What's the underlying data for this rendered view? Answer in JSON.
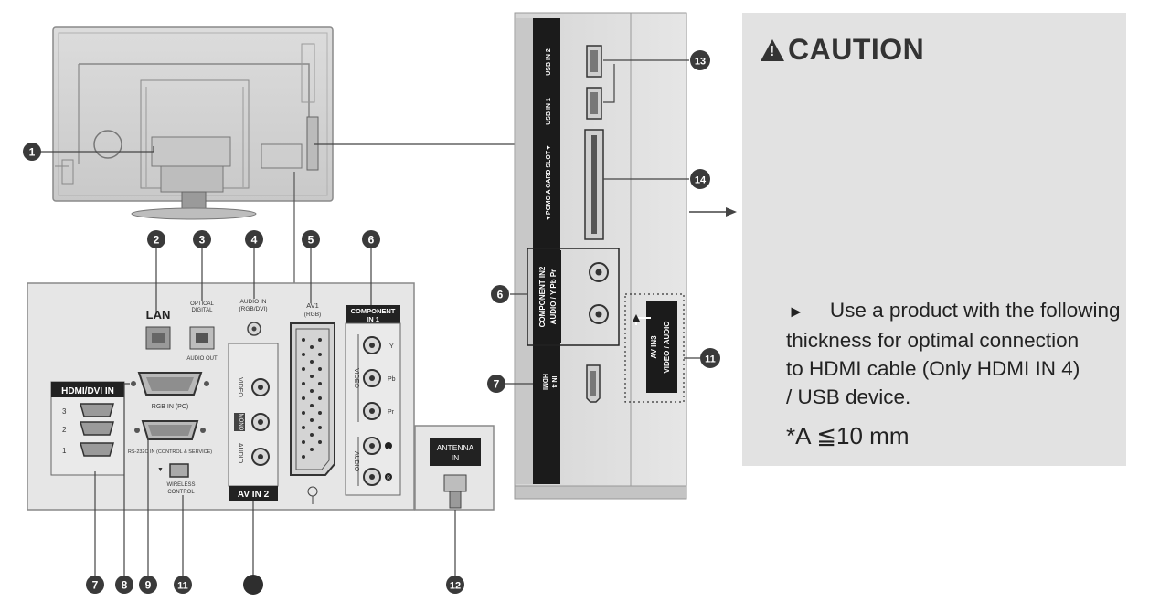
{
  "caution": {
    "title": "CAUTION",
    "bullet": "►",
    "line1": "Use a product with the following",
    "line2": "thickness for optimal connection",
    "line3": "to HDMI cable (Only HDMI IN 4)",
    "line4": "/ USB device.",
    "formula": "*A ≦10 mm",
    "dim_label": "A"
  },
  "rear_panel": {
    "lan": "LAN",
    "optical_top": "OPTICAL",
    "optical_bottom": "DIGITAL",
    "audio_out": "AUDIO OUT",
    "audio_in": "AUDIO IN",
    "audio_in_sub": "(RGB/DVI)",
    "av1": "AV1",
    "av1_sub": "(RGB)",
    "component_in1_a": "COMPONENT",
    "component_in1_b": "IN 1",
    "hdmi_dvi_in": "HDMI/DVI IN",
    "hdmi_nums": [
      "3",
      "2",
      "1"
    ],
    "rgb_in_pc": "RGB IN (PC)",
    "rs232c": "RS-232C IN (CONTROL & SERVICE)",
    "wireless_a": "WIRELESS",
    "wireless_b": "CONTROL",
    "av_in2": "AV IN 2",
    "video": "VIDEO",
    "mono": "MONO",
    "audio": "AUDIO",
    "antenna_a": "ANTENNA",
    "antenna_b": "IN",
    "comp_y": "Y",
    "comp_pb": "Pb",
    "comp_pr": "Pr",
    "comp_l": "L",
    "comp_r": "R"
  },
  "side_panel": {
    "usb_in2": "USB IN 2",
    "usb_in1": "USB IN 1",
    "pcmcia": "▼PCMCIA CARD SLOT▼",
    "component_in2": "COMPONENT IN2",
    "component_in2_sub": "AUDIO / Y  Pb  Pr",
    "hdmi_in4_a": "HDMI",
    "hdmi_in4_b": "IN 4",
    "av_in3": "AV IN3",
    "video_audio": "VIDEO / AUDIO"
  },
  "callouts": [
    "1",
    "2",
    "3",
    "4",
    "5",
    "6",
    "7",
    "8",
    "9",
    "11",
    "12",
    "13",
    "14"
  ]
}
